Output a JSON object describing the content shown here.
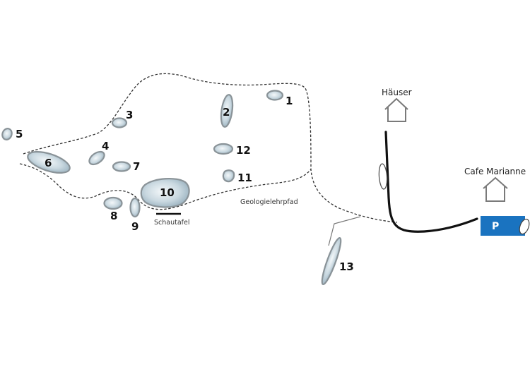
{
  "map": {
    "stones": [
      {
        "id": "1",
        "label": "1"
      },
      {
        "id": "2",
        "label": "2"
      },
      {
        "id": "3",
        "label": "3"
      },
      {
        "id": "4",
        "label": "4"
      },
      {
        "id": "5",
        "label": "5"
      },
      {
        "id": "6",
        "label": "6"
      },
      {
        "id": "7",
        "label": "7"
      },
      {
        "id": "8",
        "label": "8"
      },
      {
        "id": "9",
        "label": "9"
      },
      {
        "id": "10",
        "label": "10"
      },
      {
        "id": "11",
        "label": "11"
      },
      {
        "id": "12",
        "label": "12"
      },
      {
        "id": "13",
        "label": "13"
      }
    ],
    "trail_label": "Geologielehrpfad",
    "sign_label": "Schautafel",
    "houses_label": "Häuser",
    "cafe_label": "Cafe Marianne",
    "parking_label": "P",
    "colors": {
      "stone_fill": "#b9cbd6",
      "stone_outline": "#8a9398",
      "parking": "#1a73c0",
      "road": "#111111",
      "trail": "#333333"
    }
  }
}
